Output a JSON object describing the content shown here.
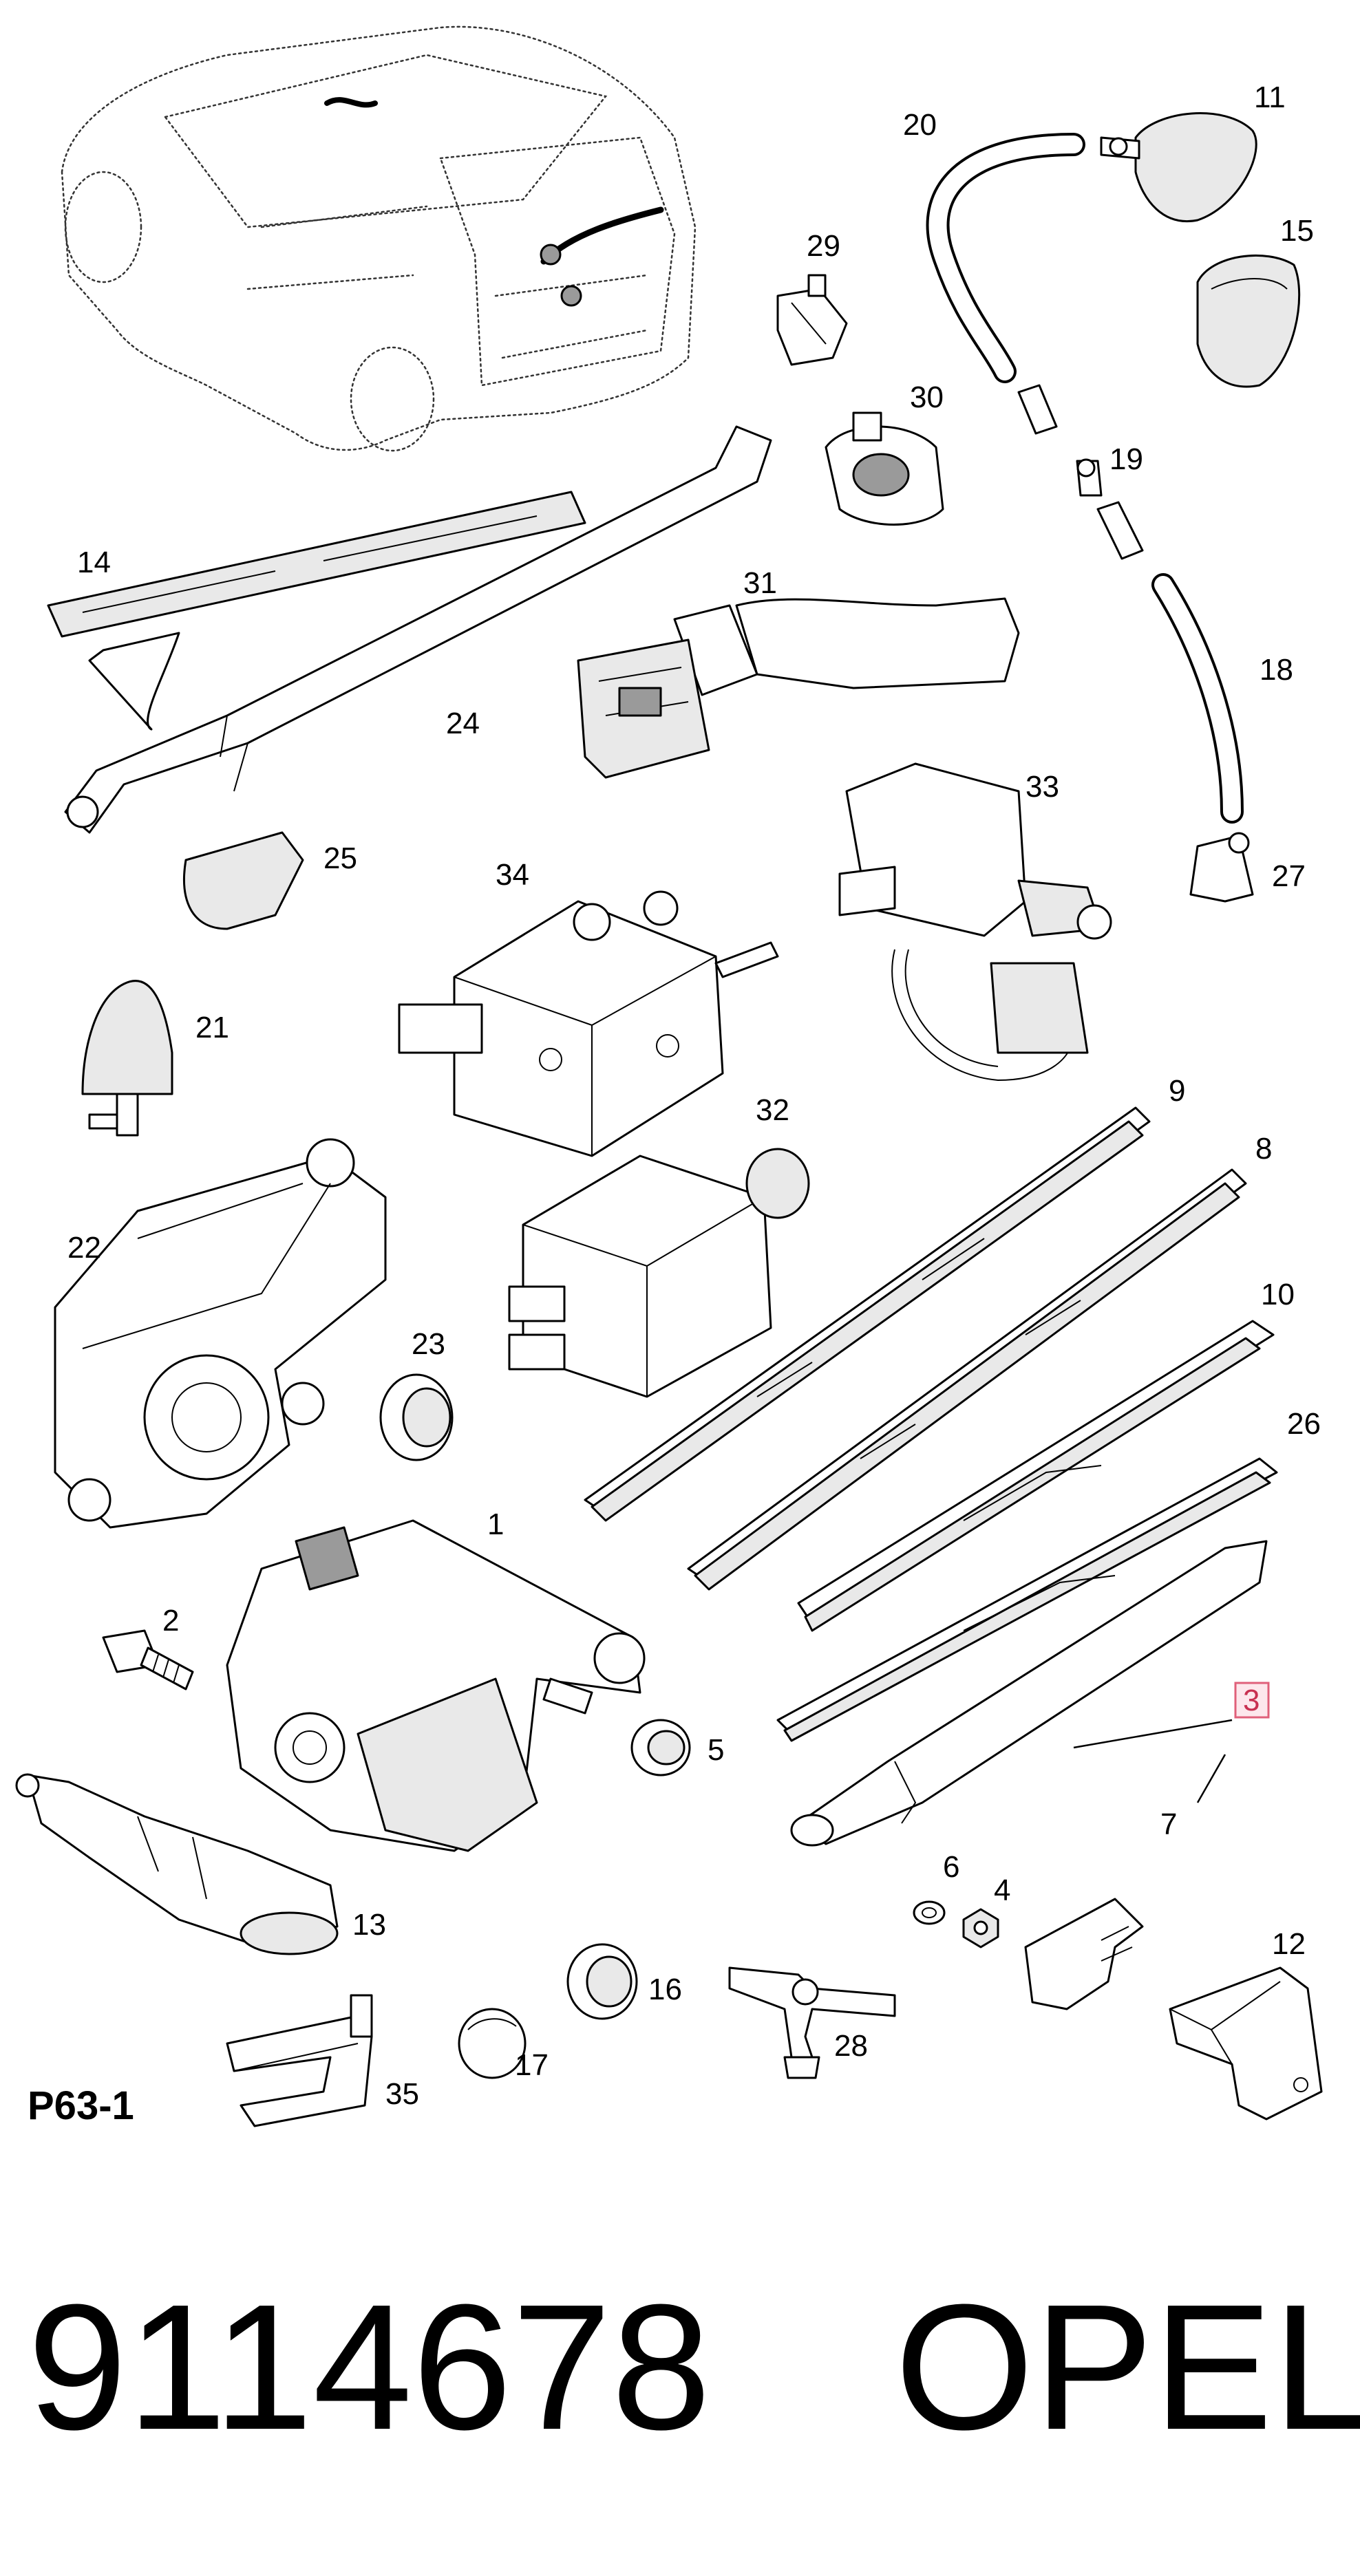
{
  "diagram": {
    "reference": "P63-1",
    "highlighted_callout": "3",
    "highlight_color": "#e0607a",
    "callouts": [
      "20",
      "11",
      "29",
      "15",
      "30",
      "19",
      "14",
      "31",
      "18",
      "24",
      "33",
      "25",
      "27",
      "34",
      "9",
      "21",
      "32",
      "8",
      "22",
      "10",
      "23",
      "26",
      "1",
      "2",
      "5",
      "3",
      "7",
      "6",
      "4",
      "13",
      "12",
      "16",
      "28",
      "17",
      "35"
    ]
  },
  "footer": {
    "part_number": "9114678",
    "brand": "OPEL"
  }
}
